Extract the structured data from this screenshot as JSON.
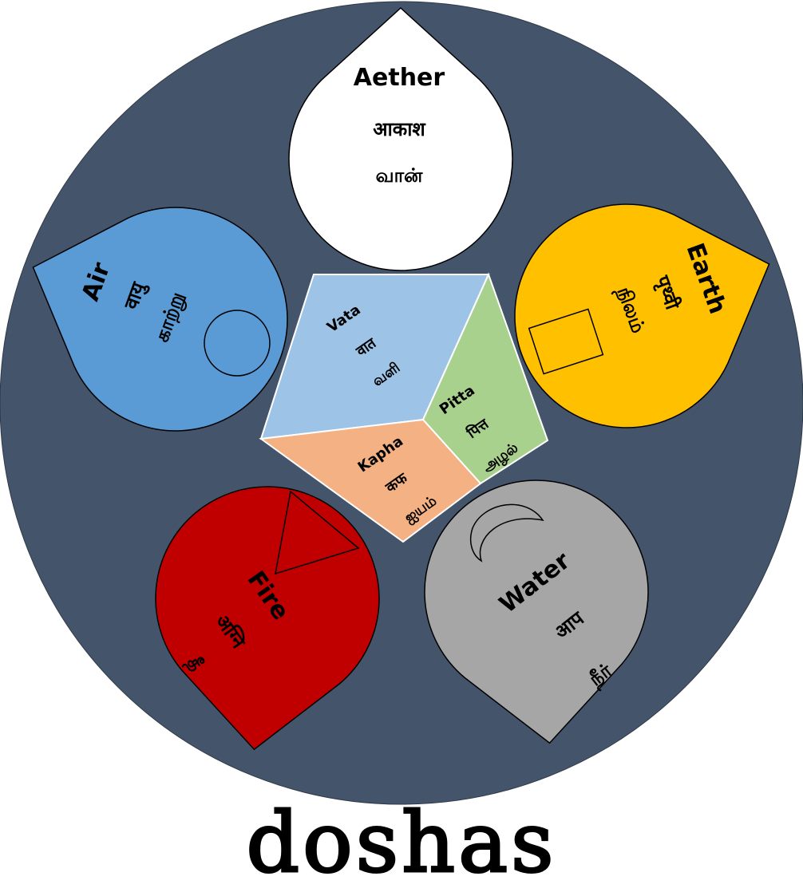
{
  "elements": {
    "aether": {
      "english": "Aether",
      "sanskrit": "आकाश",
      "tamil": "வான்",
      "color": "#ffffff"
    },
    "air": {
      "english": "Air",
      "sanskrit": "वायु",
      "tamil": "காற்று",
      "color": "#5b9bd5"
    },
    "earth": {
      "english": "Earth",
      "sanskrit": "पृथ्वी",
      "tamil": "நிலம்",
      "color": "#ffc000"
    },
    "fire": {
      "english": "Fire",
      "sanskrit": "अग्नि",
      "tamil": "தீ",
      "color": "#c00000"
    },
    "water": {
      "english": "Water",
      "sanskrit": "आप",
      "tamil": "நீர்",
      "color": "#a6a6a6"
    }
  },
  "doshas": {
    "vata": {
      "english": "Vata",
      "sanskrit": "वात",
      "tamil": "வளி",
      "color": "#9dc3e6"
    },
    "pitta": {
      "english": "Pitta",
      "sanskrit": "पित्त",
      "tamil": "அழல்",
      "color": "#a9d18e"
    },
    "kapha": {
      "english": "Kapha",
      "sanskrit": "कफ",
      "tamil": "ஐயம்",
      "color": "#f4b183"
    }
  },
  "title": "doshas",
  "colors": {
    "background_circle": "#44546a",
    "outline": "#000000"
  },
  "icons": {
    "air": "circle-icon",
    "earth": "square-icon",
    "fire": "triangle-icon",
    "water": "crescent-icon"
  }
}
